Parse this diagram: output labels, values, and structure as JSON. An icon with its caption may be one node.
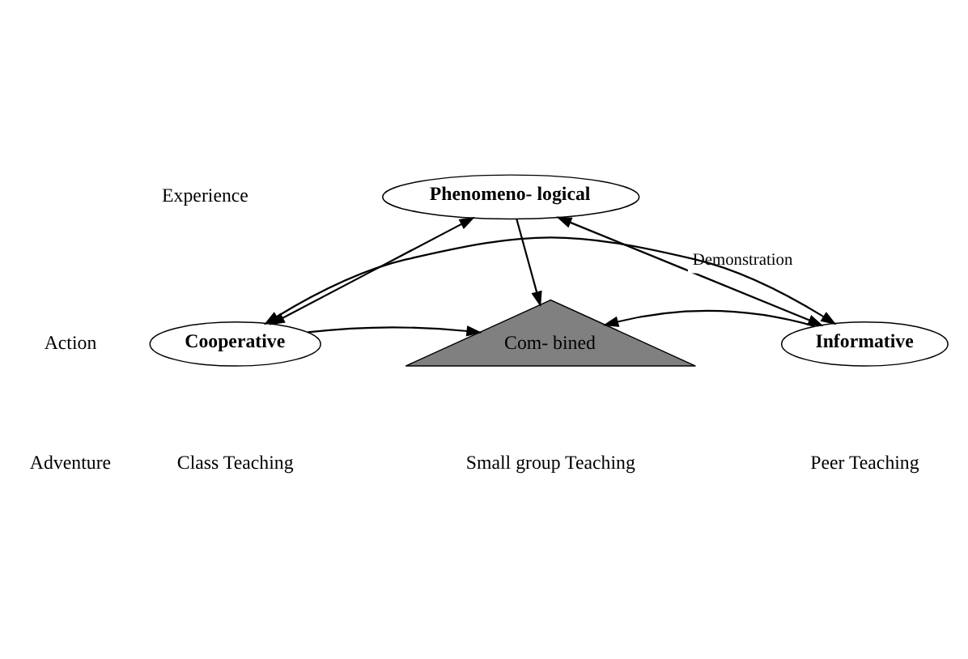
{
  "diagram": {
    "nodes": [
      {
        "text": [
          "Phenomeno- logical"
        ]
      },
      {
        "text": [
          "Cooperative"
        ]
      },
      {
        "text": [
          "Com- bined"
        ]
      },
      {
        "text": [
          "Informative"
        ]
      }
    ],
    "edges": [
      {
        "from": 0,
        "to": 1,
        "arrow": "both"
      },
      {
        "from": 0,
        "to": 3,
        "arrow": "both",
        "label": "Demonstration"
      },
      {
        "from": 0,
        "to": 2,
        "arrow": "to"
      },
      {
        "from": 1,
        "to": 2,
        "arrow": "to"
      },
      {
        "from": 3,
        "to": 2,
        "arrow": "to"
      },
      {
        "from": 1,
        "to": 3,
        "arrow": "both"
      }
    ],
    "labels": [
      "Experience",
      "Action",
      "Adventure",
      "Class Teaching",
      "Small group Teaching",
      "Peer Teaching"
    ]
  }
}
